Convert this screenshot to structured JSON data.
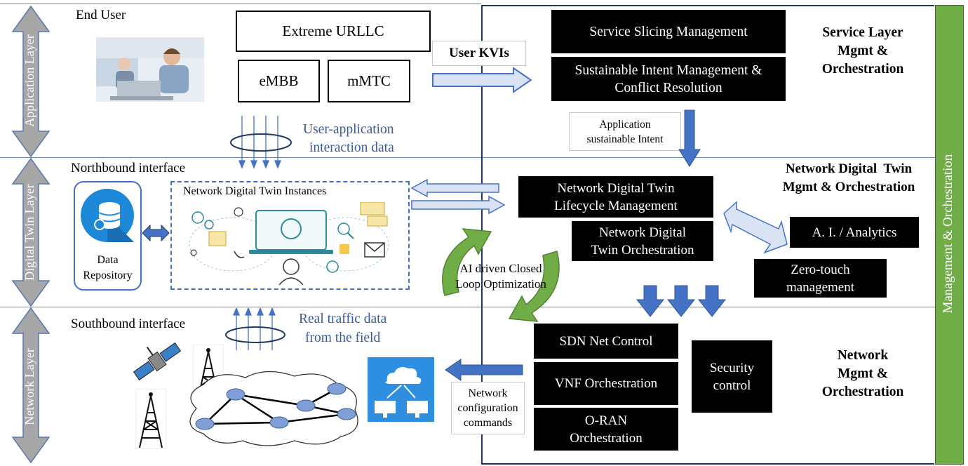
{
  "layers": {
    "application": "Application Layer",
    "digital_twin": "Digital Twin Layer",
    "network": "Network Layer"
  },
  "app_layer": {
    "end_user": "End User",
    "urllc": "Extreme URLLC",
    "embb": "eMBB",
    "mmtc": "mMTC",
    "interaction_data": [
      "User-application",
      "interaction data"
    ],
    "user_kvis": "User KVIs"
  },
  "service_layer": {
    "slicing": "Service Slicing Management",
    "intent": [
      "Sustainable Intent Management &",
      "Conflict Resolution"
    ],
    "title": [
      "Service Layer",
      "Mgmt &",
      "Orchestration"
    ],
    "app_intent": [
      "Application",
      "sustainable Intent"
    ]
  },
  "twin_layer": {
    "northbound": "Northbound interface",
    "repository": [
      "Data",
      "Repository"
    ],
    "instances": "Network Digital Twin Instances",
    "closed_loop": [
      "AI driven Closed",
      "Loop Optimization"
    ],
    "lifecycle": [
      "Network Digital Twin",
      "Lifecycle Management"
    ],
    "orchestration": [
      "Network Digital",
      "Twin Orchestration"
    ],
    "title": [
      "Network Digital  Twin",
      "Mgmt & Orchestration"
    ],
    "ai": "A. I. / Analytics",
    "zero_touch": [
      "Zero-touch",
      "management"
    ]
  },
  "network_layer": {
    "southbound": "Southbound interface",
    "traffic": [
      "Real traffic data",
      "from the field"
    ],
    "config": [
      "Network",
      "configuration",
      "commands"
    ],
    "sdn": "SDN Net Control",
    "vnf": "VNF Orchestration",
    "oran": [
      "O-RAN",
      "Orchestration"
    ],
    "security": [
      "Security",
      "control"
    ],
    "title": [
      "Network",
      "Mgmt &",
      "Orchestration"
    ]
  },
  "mgmt_bar": "Management & Orchestration",
  "colors": {
    "layer_arrow": "#a6a6a6",
    "layer_arrow_border": "#5a78b0",
    "mgmt_green": "#70ad47",
    "arrow_blue": "#4472c4",
    "light_arrow": "#dae3f3",
    "frame_navy": "#1f3864"
  }
}
